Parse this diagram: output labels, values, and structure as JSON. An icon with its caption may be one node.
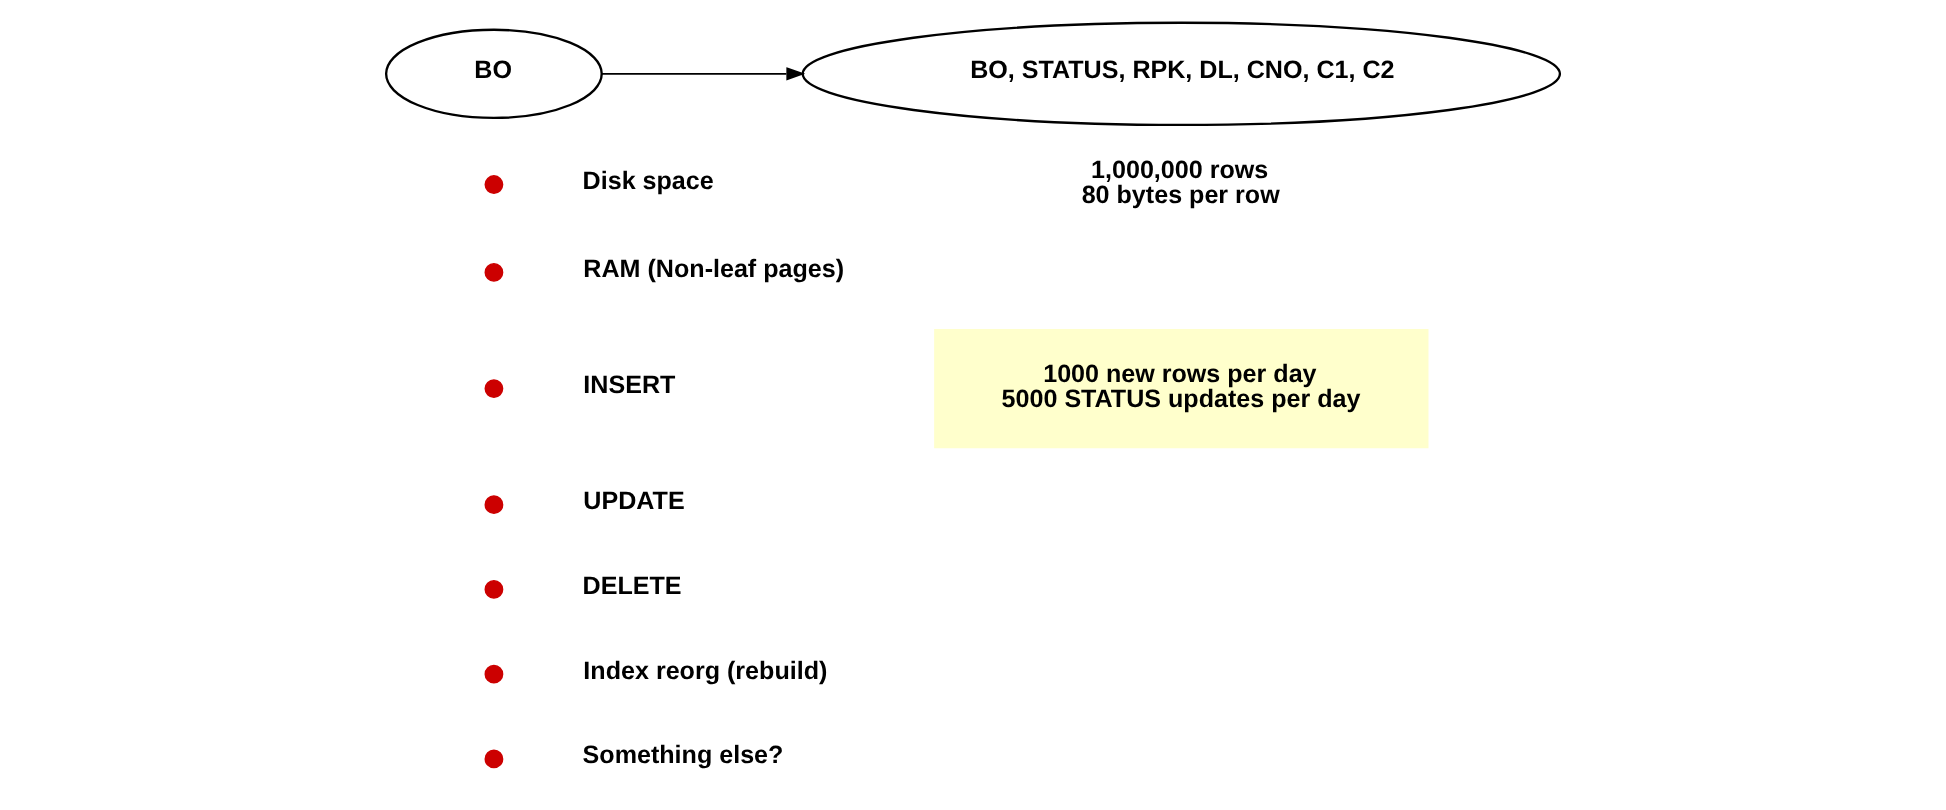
{
  "diagram": {
    "nodes": [
      {
        "text": [
          "BO"
        ]
      },
      {
        "text": [
          "BO, STATUS, RPK, DL, CNO, C1, C2"
        ],
        "beside": [
          "1,000,000 rows",
          "80 bytes per row"
        ]
      },
      {
        "text": [
          "1000 new rows per day",
          "5000 STATUS updates per day"
        ]
      }
    ],
    "edges": [
      {
        "from": 0,
        "to": 1,
        "arrow": "to"
      }
    ],
    "labels": [
      "Disk space",
      "RAM (Non-leaf pages)",
      "INSERT",
      "UPDATE",
      "DELETE",
      "Index reorg (rebuild)",
      "Something else?"
    ]
  }
}
